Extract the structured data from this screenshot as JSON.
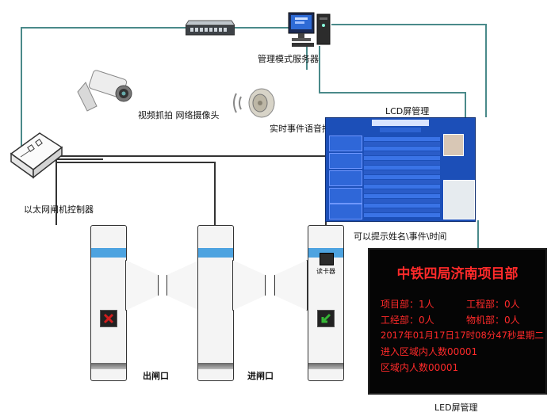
{
  "labels": {
    "server": "管理模式服务器",
    "camera": "视频抓拍 网络摄像头",
    "speaker": "实时事件语音播报",
    "controller": "以太网闸机控制器",
    "lcd_title": "LCD屏管理",
    "lcd_caption": "可以提示姓名\\事件\\时间",
    "card_reader": "读卡器",
    "exit_gate": "出闸口",
    "entry_gate": "进闸口",
    "led_title": "LED屏管理"
  },
  "led_board": {
    "heading": "中铁四局济南项目部",
    "line1_left": "项目部：1人",
    "line1_right": "工程部：0人",
    "line2_left": "工经部：0人",
    "line2_right": "物机部：0人",
    "datetime": "2017年01月17日17时08分47秒星期二",
    "entered": "进入区域内人数00001",
    "in_area": "区域内人数00001"
  },
  "colors": {
    "wire": "#4a8a8a",
    "lcd_bg": "#1c4fb8",
    "led_text": "#ff2a2a",
    "gate_band": "#4da3e0",
    "deny_mark": "#d11d1d",
    "allow_mark": "#35b535"
  },
  "icons": {
    "switch": "network-switch-icon",
    "server": "computer-server-icon",
    "camera": "security-camera-icon",
    "speaker": "speaker-icon",
    "controller": "controller-box-icon",
    "deny": "red-x-icon",
    "allow": "green-arrow-icon",
    "reader": "card-reader-icon"
  }
}
